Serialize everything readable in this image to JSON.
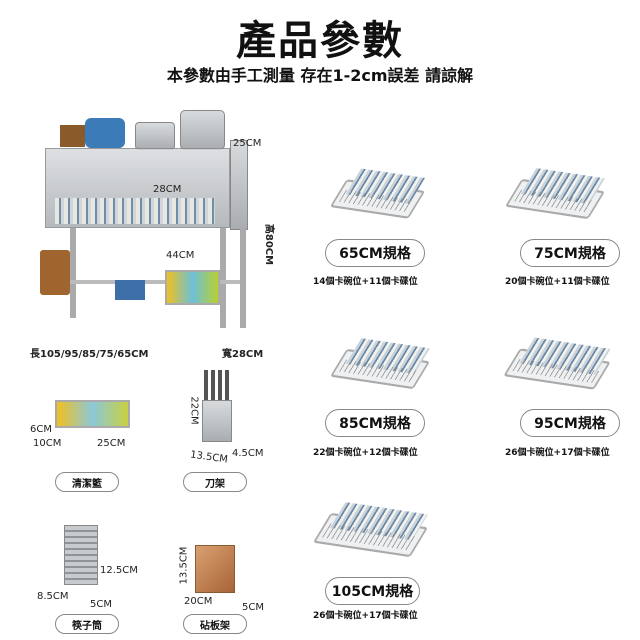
{
  "header": {
    "title": "產品參數",
    "subtitle": "本參數由手工測量 存在1-2cm誤差 請諒解"
  },
  "main_rack": {
    "depth_top": "25CM",
    "cabinet_height": "28CM",
    "total_height": "高80CM",
    "clearance": "44CM",
    "length": "長105/95/85/75/65CM",
    "width": "寬28CM"
  },
  "sizes": [
    {
      "label": "65CM規格",
      "capacity": "14個卡碗位+11個卡碟位"
    },
    {
      "label": "75CM規格",
      "capacity": "20個卡碗位+11個卡碟位"
    },
    {
      "label": "85CM規格",
      "capacity": "22個卡碗位+12個卡碟位"
    },
    {
      "label": "95CM規格",
      "capacity": "26個卡碗位+17個卡碟位"
    },
    {
      "label": "105CM規格",
      "capacity": "26個卡碗位+17個卡碟位"
    }
  ],
  "accessories": [
    {
      "name": "清潔籃",
      "dims": [
        "6CM",
        "10CM",
        "25CM"
      ]
    },
    {
      "name": "刀架",
      "dims": [
        "22CM",
        "13.5CM",
        "4.5CM"
      ]
    },
    {
      "name": "筷子筒",
      "dims": [
        "12.5CM",
        "8.5CM",
        "5CM"
      ]
    },
    {
      "name": "砧板架",
      "dims": [
        "13.5CM",
        "20CM",
        "5CM"
      ]
    }
  ]
}
